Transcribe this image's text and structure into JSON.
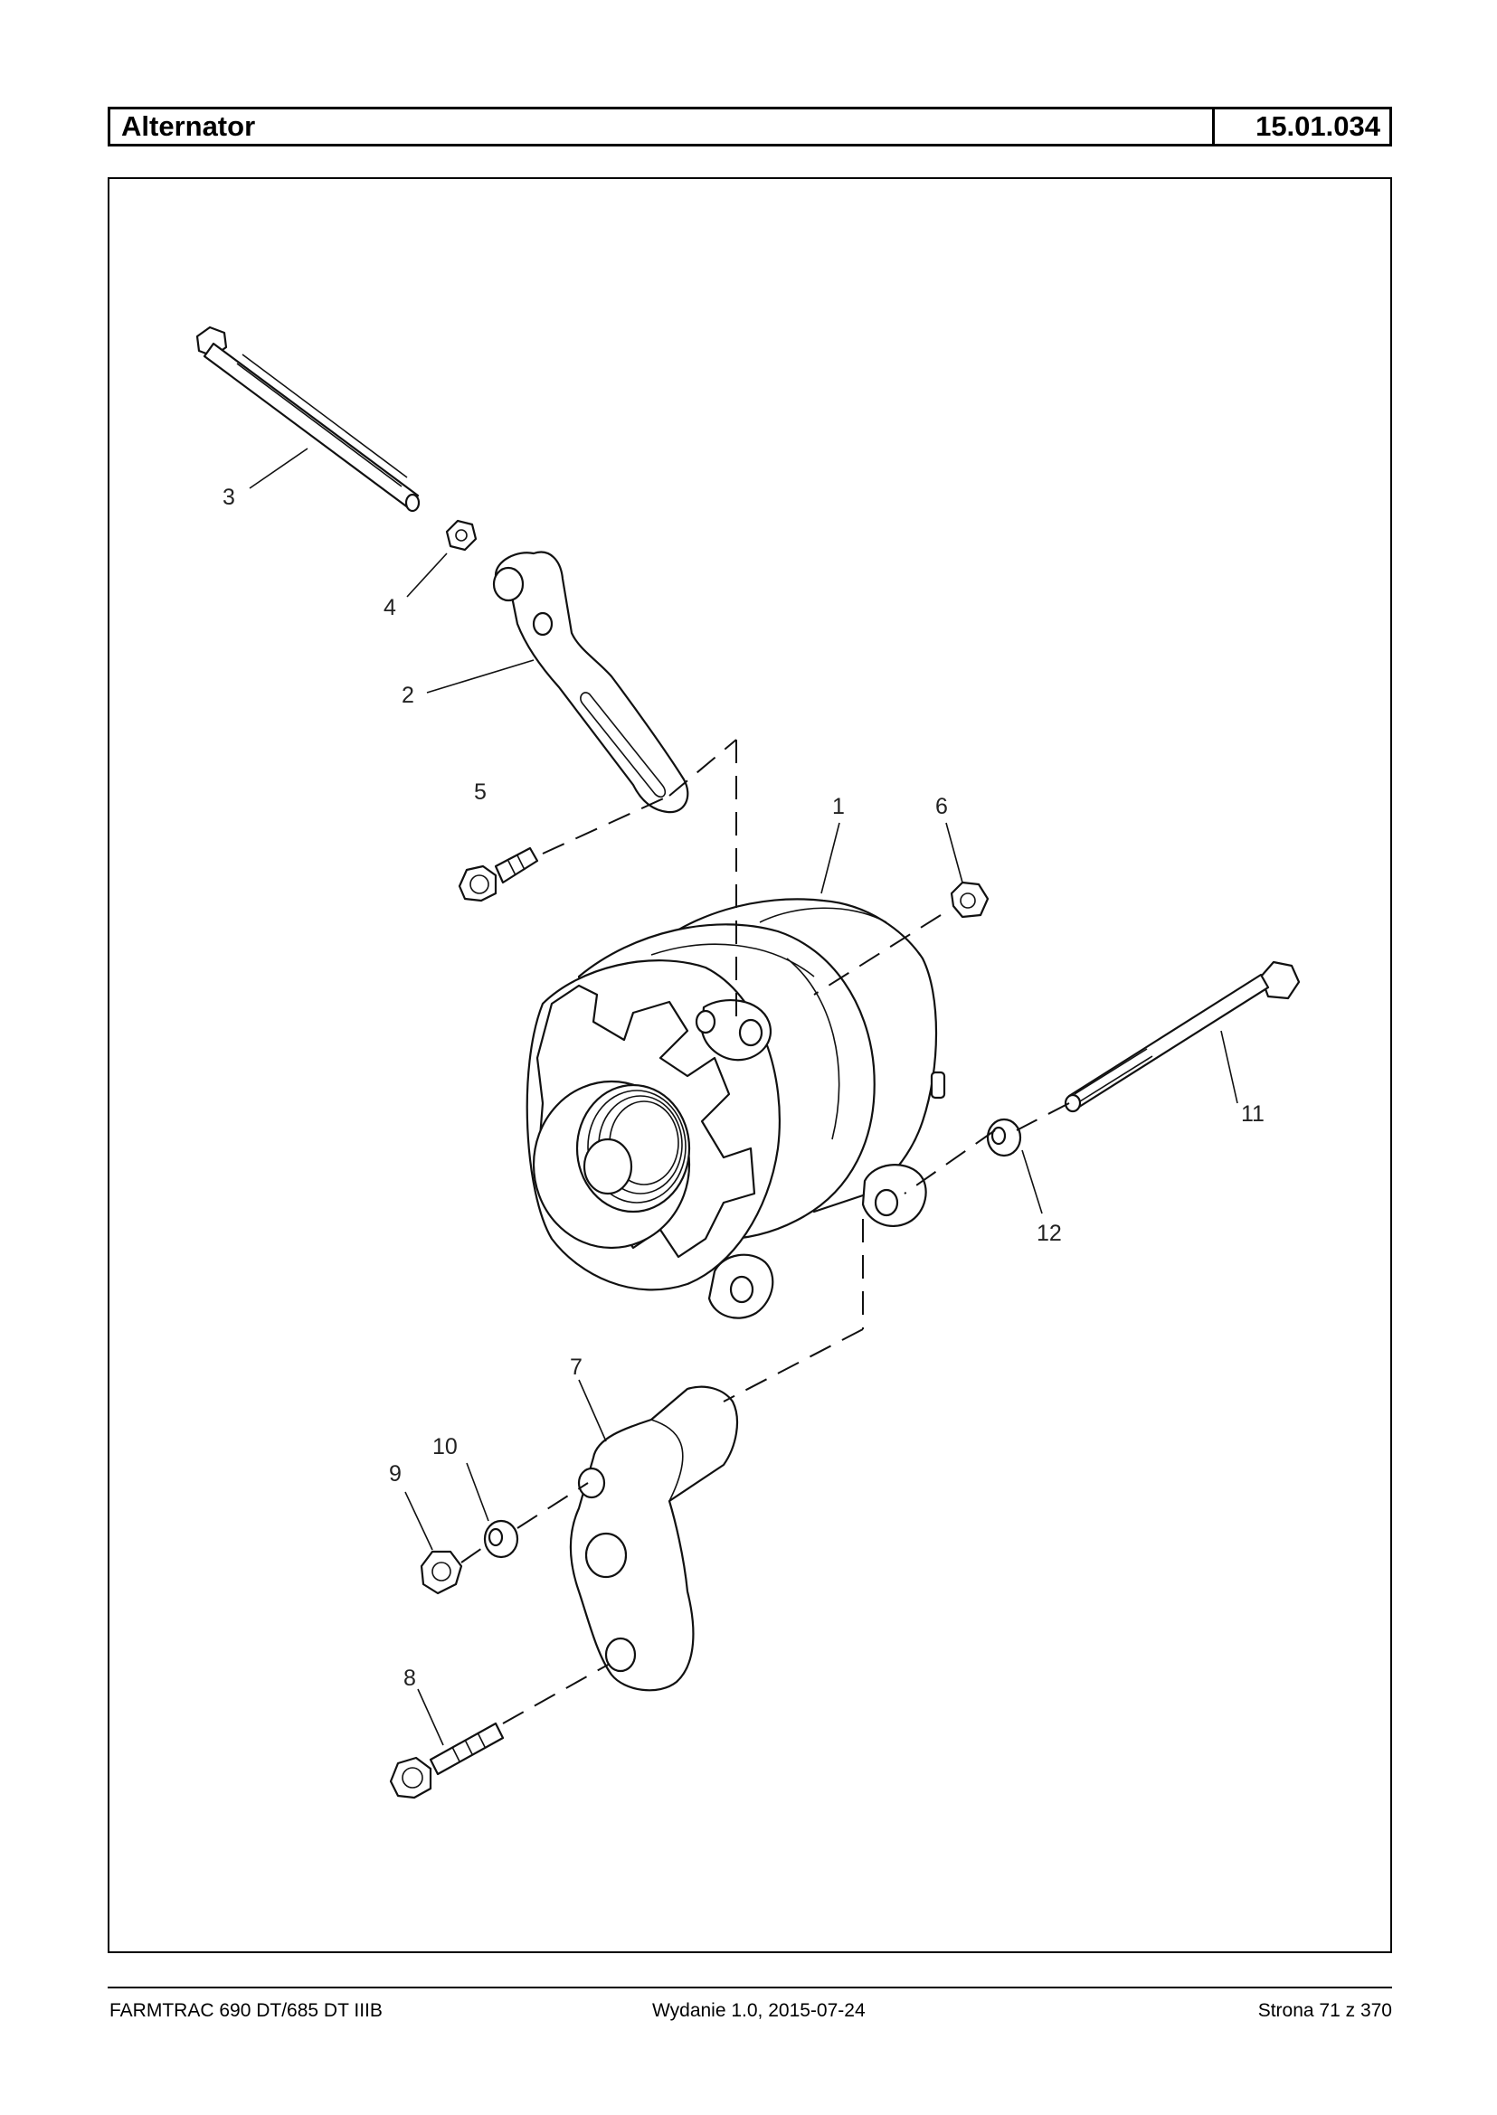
{
  "header": {
    "title": "Alternator",
    "code": "15.01.034"
  },
  "diagram": {
    "callouts": [
      "1",
      "2",
      "3",
      "4",
      "5",
      "6",
      "7",
      "8",
      "9",
      "10",
      "11",
      "12"
    ]
  },
  "footer": {
    "left": "FARMTRAC 690 DT/685 DT IIIB",
    "middle": "Wydanie 1.0,  2015-07-24",
    "right": "Strona 71 z 370"
  }
}
